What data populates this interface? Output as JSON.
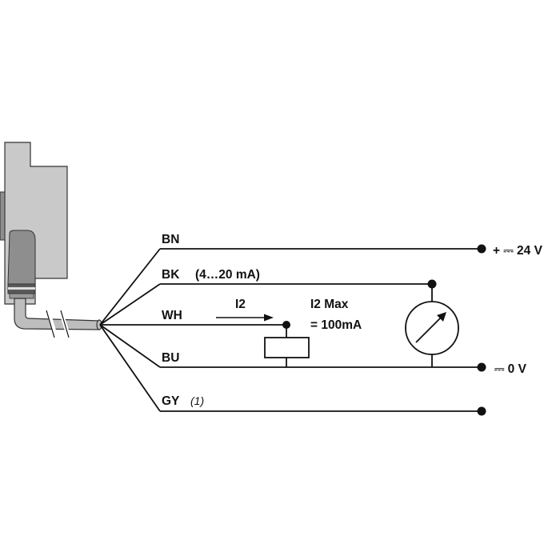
{
  "wires": [
    {
      "id": "bn",
      "label": "BN"
    },
    {
      "id": "bk",
      "label": "BK",
      "note": "(4…20 mA)"
    },
    {
      "id": "wh",
      "label": "WH"
    },
    {
      "id": "bu",
      "label": "BU"
    },
    {
      "id": "gy",
      "label": "GY",
      "note": "(1)"
    }
  ],
  "terminals": {
    "supply_plus": "+ ⎓ 24 V",
    "supply_zero": "⎓ 0 V"
  },
  "load": {
    "current_label": "I2",
    "max_line1": "I2 Max",
    "max_line2": "= 100mA"
  }
}
